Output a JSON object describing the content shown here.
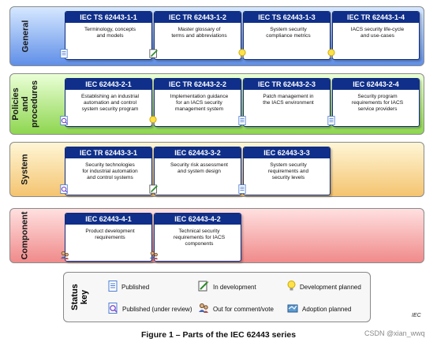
{
  "bands": [
    {
      "label": "General",
      "color_top": "#d6e8ff",
      "color_bottom": "#5f8fe8",
      "cards": [
        {
          "code": "IEC TS 62443-1-1",
          "title": "Terminology, concepts\nand models",
          "status": "published"
        },
        {
          "code": "IEC TR 62443-1-2",
          "title": "Master glossary of\nterms and abbreviations",
          "status": "in-development"
        },
        {
          "code": "IEC TS 62443-1-3",
          "title": "System security\ncompliance metrics",
          "status": "development-planned"
        },
        {
          "code": "IEC TR 62443-1-4",
          "title": "IACS security life-cycle\nand use-cases",
          "status": "development-planned"
        }
      ]
    },
    {
      "label": "Policies and\nprocedures",
      "color_top": "#eaffd6",
      "color_bottom": "#8ed650",
      "cards": [
        {
          "code": "IEC 62443-2-1",
          "title": "Establishing an industrial\nautomation and control\nsystem security program",
          "status": "published-under-review"
        },
        {
          "code": "IEC TR 62443-2-2",
          "title": "Implementation guidance\nfor an IACS security\nmanagement system",
          "status": "development-planned"
        },
        {
          "code": "IEC TR 62443-2-3",
          "title": "Patch management in\nthe IACS environment",
          "status": "published"
        },
        {
          "code": "IEC 62443-2-4",
          "title": "Security program\nrequirements for IACS\nservice providers",
          "status": "published"
        }
      ]
    },
    {
      "label": "System",
      "color_top": "#fff6d6",
      "color_bottom": "#f4c470",
      "cards": [
        {
          "code": "IEC TR 62443-3-1",
          "title": "Security technologies\nfor industrial automation\nand control systems",
          "status": "published-under-review"
        },
        {
          "code": "IEC 62443-3-2",
          "title": "Security risk assessment\nand system design",
          "status": "in-development"
        },
        {
          "code": "IEC 62443-3-3",
          "title": "System security\nrequirements and\nsecurity levels",
          "status": "published"
        }
      ]
    },
    {
      "label": "Component",
      "color_top": "#ffe0e0",
      "color_bottom": "#f08a8a",
      "cards": [
        {
          "code": "IEC 62443-4-1",
          "title": "Product development\nrequirements",
          "status": "out-for-comment"
        },
        {
          "code": "IEC 62443-4-2",
          "title": "Technical security\nrequirements for IACS\ncomponents",
          "status": "out-for-comment"
        }
      ]
    }
  ],
  "status_key": {
    "title": "Status\nkey",
    "items": [
      {
        "icon": "published",
        "label": "Published"
      },
      {
        "icon": "in-development",
        "label": "In development"
      },
      {
        "icon": "development-planned",
        "label": "Development planned"
      },
      {
        "icon": "published-under-review",
        "label": "Published (under review)"
      },
      {
        "icon": "out-for-comment",
        "label": "Out for comment/vote"
      },
      {
        "icon": "adoption-planned",
        "label": "Adoption planned"
      }
    ]
  },
  "iec_tag": "IEC",
  "caption": "Figure 1 – Parts of the IEC 62443 series",
  "watermark": "CSDN @xian_wwq",
  "colors": {
    "card_header": "#0f2f8a",
    "card_border": "#0f2a7a"
  }
}
